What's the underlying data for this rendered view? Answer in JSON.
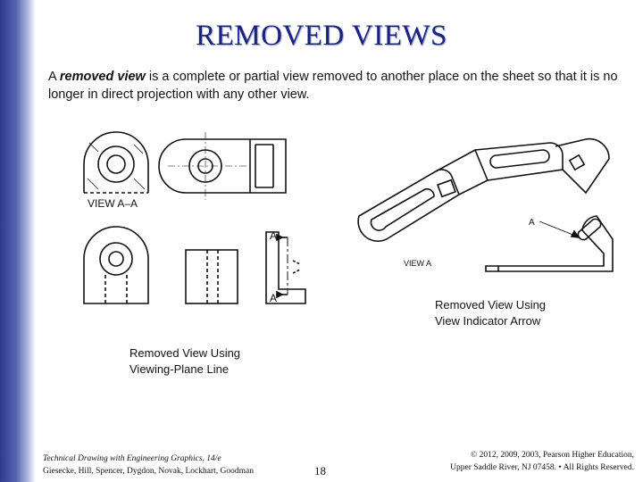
{
  "title": "REMOVED VIEWS",
  "intro": {
    "prefix": "A ",
    "emphasis": "removed view",
    "suffix": " is a complete or partial view removed to another place on the sheet so that it is no longer in direct projection with any other view."
  },
  "figure_left": {
    "view_label": "VIEW A–A",
    "cut_label_top": "A",
    "cut_label_bottom": "A"
  },
  "figure_right": {
    "arrow_label": "A",
    "view_label": "VIEW A"
  },
  "captions": {
    "indicator_arrow": [
      "Removed View Using",
      "View Indicator Arrow"
    ],
    "viewing_plane": [
      "Removed View Using",
      "Viewing-Plane Line"
    ]
  },
  "footer": {
    "book_title": "Technical Drawing with Engineering Graphics, 14/e",
    "authors": "Giesecke, Hill, Spencer, Dygdon, Novak, Lockhart, Goodman",
    "page_number": "18",
    "copyright_line1": "© 2012, 2009, 2003, Pearson Higher Education,",
    "copyright_line2": "Upper Saddle River, NJ 07458. • All Rights Reserved."
  }
}
